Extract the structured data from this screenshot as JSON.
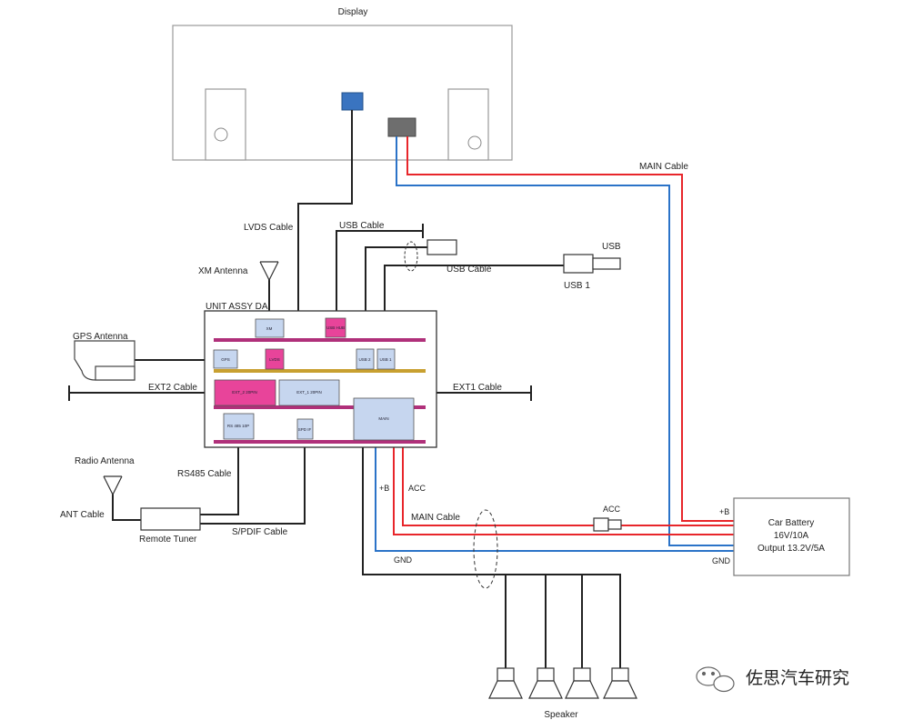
{
  "labels": {
    "display": "Display",
    "lvds_cable": "LVDS Cable",
    "usb_cable_top": "USB Cable",
    "usb_cable_2": "USB Cable",
    "usb": "USB",
    "usb1": "USB 1",
    "xm_antenna": "XM Antenna",
    "unit_assy": "UNIT ASSY DA",
    "gps_antenna": "GPS Antenna",
    "ext2_cable": "EXT2 Cable",
    "ext1_cable": "EXT1 Cable",
    "radio_antenna": "Radio Antenna",
    "rs485_cable": "RS485 Cable",
    "ant_cable": "ANT Cable",
    "remote_tuner": "Remote Tuner",
    "spdif_cable": "S/PDIF Cable",
    "main_cable_top": "MAIN Cable",
    "main_cable_bottom": "MAIN Cable",
    "plus_b_left": "+B",
    "acc_left": "ACC",
    "gnd_left": "GND",
    "acc_right": "ACC",
    "plus_b_right": "+B",
    "gnd_right": "GND",
    "battery_line1": "Car Battery",
    "battery_line2": "16V/10A",
    "battery_line3": "Output 13.2V/5A",
    "speaker": "Speaker",
    "watermark": "佐思汽车研究"
  },
  "modules": {
    "xm": "XM",
    "usb_hub": "USB HUB",
    "gps": "GPS",
    "lvds": "LVDS",
    "usb2": "USB 2",
    "usb1": "USB 1",
    "ext2": "EXT_2 20PIN",
    "ext1": "EXT_1 20PIN",
    "rs485": "RS 485 10P",
    "spdif": "SPD IF",
    "main": "MAIN"
  },
  "colors": {
    "wire_black": "#222222",
    "wire_red": "#e8262b",
    "wire_blue": "#2b73c8",
    "rail_magenta": "#b0307a",
    "rail_gold": "#c8a030",
    "module_blue": "#c6d6ef",
    "module_pink": "#e8449a",
    "connector_blue": "#3a74c0",
    "connector_gray": "#6e6e6e"
  }
}
